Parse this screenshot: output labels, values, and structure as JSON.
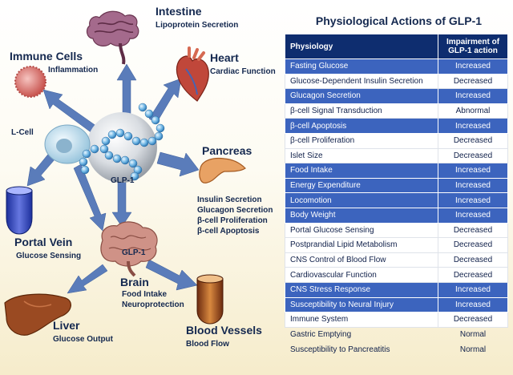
{
  "diagram": {
    "center": {
      "label": "GLP-1"
    },
    "lcell": {
      "label": "L-Cell"
    },
    "brain_glp1": {
      "label": "GLP-1"
    },
    "organs": {
      "intestine": {
        "title": "Intestine",
        "lines": [
          "Lipoprotein Secretion"
        ]
      },
      "immune": {
        "title": "Immune Cells",
        "lines": [
          "Inflammation"
        ]
      },
      "heart": {
        "title": "Heart",
        "lines": [
          "Cardiac Function"
        ]
      },
      "pancreas": {
        "title": "Pancreas",
        "lines": [
          "Insulin Secretion",
          "Glucagon Secretion",
          "β-cell Proliferation",
          "β-cell Apoptosis"
        ]
      },
      "portal": {
        "title": "Portal Vein",
        "lines": [
          "Glucose Sensing"
        ]
      },
      "brain": {
        "title": "Brain",
        "lines": [
          "Food Intake",
          "Neuroprotection"
        ]
      },
      "liver": {
        "title": "Liver",
        "lines": [
          "Glucose Output"
        ]
      },
      "vessels": {
        "title": "Blood Vessels",
        "lines": [
          "Blood Flow"
        ]
      }
    }
  },
  "table": {
    "title": "Physiological Actions of GLP-1",
    "headers": [
      "Physiology",
      "Impairment of GLP-1 action"
    ],
    "rows": [
      {
        "name": "Fasting Glucose",
        "impairment": "Increased",
        "style": "blue"
      },
      {
        "name": "Glucose-Dependent Insulin Secretion",
        "impairment": "Decreased",
        "style": "white"
      },
      {
        "name": "Glucagon Secretion",
        "impairment": "Increased",
        "style": "blue"
      },
      {
        "name": "β-cell Signal Transduction",
        "impairment": "Abnormal",
        "style": "white"
      },
      {
        "name": "β-cell Apoptosis",
        "impairment": "Increased",
        "style": "blue"
      },
      {
        "name": "β-cell Proliferation",
        "impairment": "Decreased",
        "style": "white"
      },
      {
        "name": "Islet Size",
        "impairment": "Decreased",
        "style": "white"
      },
      {
        "name": "Food Intake",
        "impairment": "Increased",
        "style": "blue"
      },
      {
        "name": "Energy Expenditure",
        "impairment": "Increased",
        "style": "blue"
      },
      {
        "name": "Locomotion",
        "impairment": "Increased",
        "style": "blue"
      },
      {
        "name": "Body Weight",
        "impairment": "Increased",
        "style": "blue"
      },
      {
        "name": "Portal Glucose Sensing",
        "impairment": "Decreased",
        "style": "white"
      },
      {
        "name": "Postprandial Lipid Metabolism",
        "impairment": "Decreased",
        "style": "white"
      },
      {
        "name": "CNS Control of Blood Flow",
        "impairment": "Decreased",
        "style": "white"
      },
      {
        "name": "Cardiovascular Function",
        "impairment": "Decreased",
        "style": "white"
      },
      {
        "name": "CNS Stress Response",
        "impairment": "Increased",
        "style": "blue"
      },
      {
        "name": "Susceptibility to Neural Injury",
        "impairment": "Increased",
        "style": "blue"
      },
      {
        "name": "Immune System",
        "impairment": "Decreased",
        "style": "white"
      },
      {
        "name": "Gastric Emptying",
        "impairment": "Normal",
        "style": "plain"
      },
      {
        "name": "Susceptibility to Pancreatitis",
        "impairment": "Normal",
        "style": "plain"
      }
    ]
  }
}
